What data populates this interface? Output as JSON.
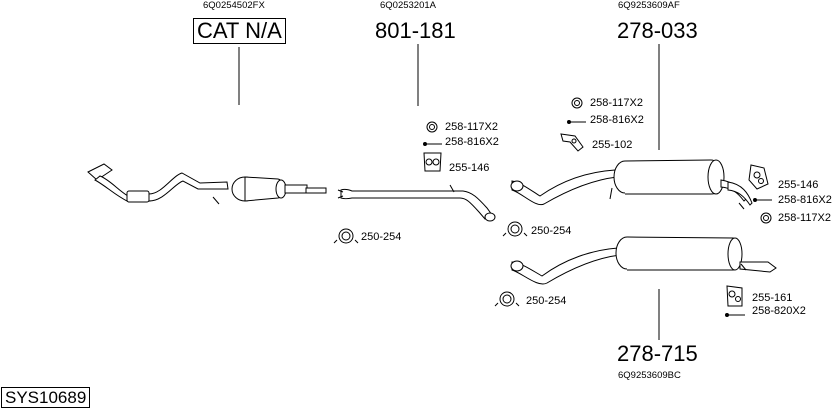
{
  "title_box": {
    "code": "SYS10689"
  },
  "columns": {
    "cat": {
      "oem": "6Q0254502FX",
      "part": "CAT N/A"
    },
    "front": {
      "oem": "6Q0253201A",
      "part": "801-181"
    },
    "rear_top": {
      "oem": "6Q9253609AF",
      "part": "278-033"
    },
    "rear_bottom": {
      "oem": "6Q9253609BC",
      "part": "278-715"
    }
  },
  "fittings": {
    "front_ring": "258-117X2",
    "front_bolt": "258-816X2",
    "front_hanger": "255-146",
    "front_clamp": "250-254",
    "mid_clamp": "250-254",
    "lower_clamp": "250-254",
    "rt_ring": "258-117X2",
    "rt_bolt": "258-816X2",
    "rt_bracket": "255-102",
    "rt_hanger": "255-146",
    "rt_bolt2": "258-816X2",
    "rt_ring2": "258-117X2",
    "rb_hanger": "255-161",
    "rb_bolt": "258-820X2"
  }
}
